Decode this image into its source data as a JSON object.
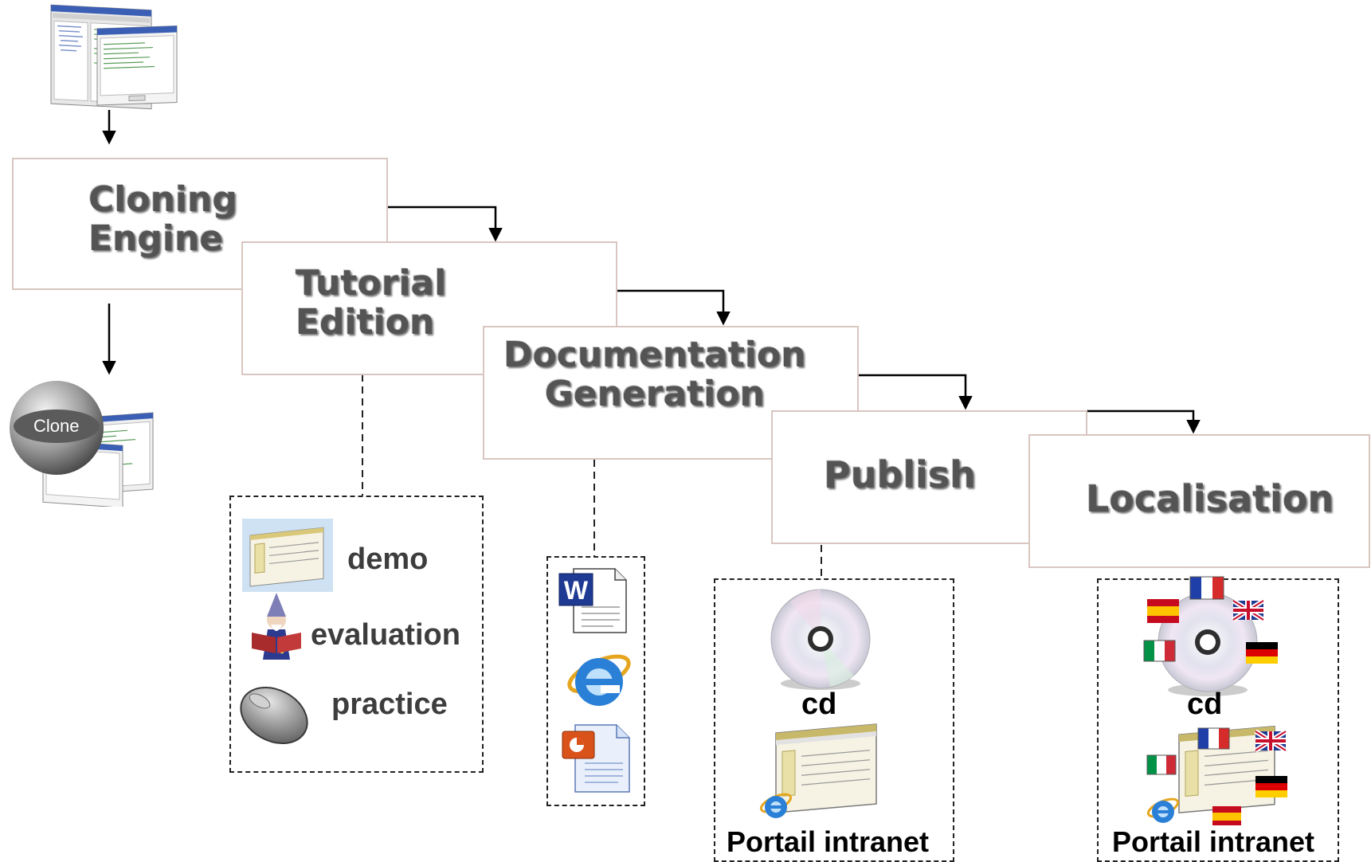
{
  "stages": {
    "cloning": {
      "line1": "Cloning",
      "line2": "Engine"
    },
    "tutorial": {
      "line1": "Tutorial",
      "line2": "Edition"
    },
    "documentation": {
      "line1": "Documentation",
      "line2": "Generation"
    },
    "publish": {
      "line1": "Publish"
    },
    "localisation": {
      "line1": "Localisation"
    }
  },
  "clone_badge": "Clone",
  "tutorial_outputs": [
    "demo",
    "evaluation",
    "practice"
  ],
  "publish_outputs": {
    "cd": "cd",
    "portal": "Portail intranet"
  },
  "localisation_outputs": {
    "cd": "cd",
    "portal": "Portail intranet"
  },
  "icons": {
    "source_app": "application-window-screenshot-icon",
    "doc_word": "word-document-icon",
    "doc_ie": "internet-explorer-icon",
    "doc_ppt": "powerpoint-document-icon",
    "demo": "demo-screen-thumbnail-icon",
    "evaluation": "wizard-reading-book-icon",
    "practice": "computer-mouse-icon",
    "cd": "cd-disc-icon",
    "flags": [
      "france-flag-icon",
      "uk-flag-icon",
      "spain-flag-icon",
      "italy-flag-icon",
      "germany-flag-icon"
    ]
  },
  "colors": {
    "box_border": "#d9c6c0",
    "title_text": "#545454",
    "label_text": "#3d3d3d",
    "connector": "#000000"
  }
}
